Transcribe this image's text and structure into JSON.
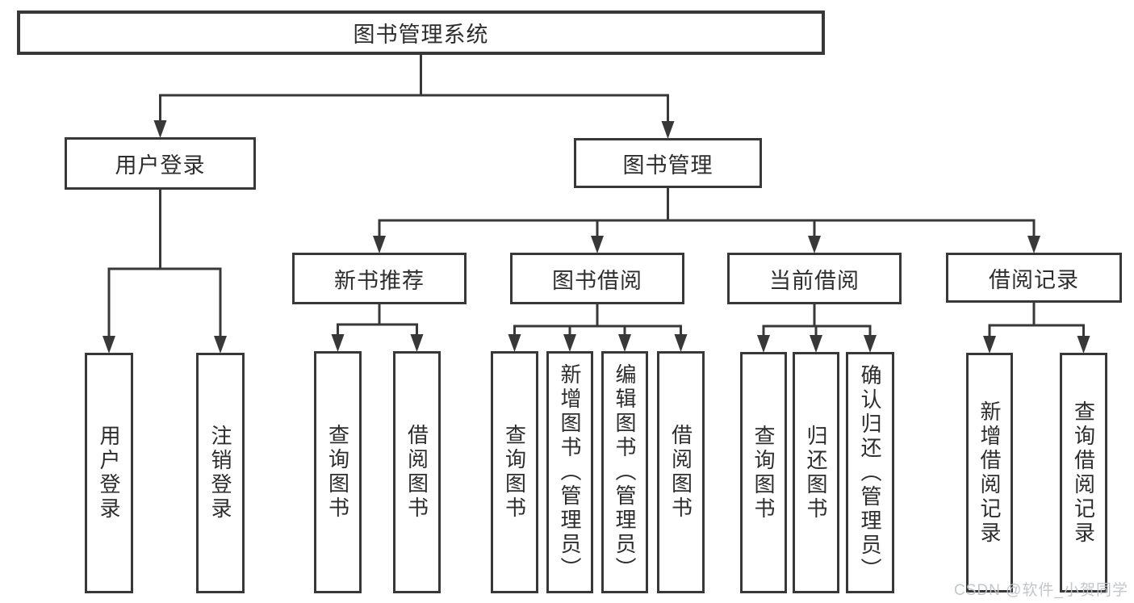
{
  "title": "图书管理系统",
  "watermark": "CSDN @软件_小贺同学",
  "colors": {
    "line": "#383838",
    "box_border": "#383838",
    "text": "#2d2d2d",
    "watermark": "#c0c3c8",
    "background": "#ffffff"
  },
  "diagram": {
    "nodes": [
      {
        "id": "root",
        "label": "图书管理系统",
        "level": 0
      },
      {
        "id": "user-login",
        "label": "用户登录",
        "level": 1
      },
      {
        "id": "book-mgmt",
        "label": "图书管理",
        "level": 1
      },
      {
        "id": "new-book",
        "label": "新书推荐",
        "level": 2
      },
      {
        "id": "book-borrow",
        "label": "图书借阅",
        "level": 2
      },
      {
        "id": "current-borrow",
        "label": "当前借阅",
        "level": 2
      },
      {
        "id": "borrow-record",
        "label": "借阅记录",
        "level": 2
      },
      {
        "id": "leaf-user-login",
        "label": "用户登录",
        "level": 3
      },
      {
        "id": "leaf-logout",
        "label": "注销登录",
        "level": 3
      },
      {
        "id": "leaf-nb-query",
        "label": "查询图书",
        "level": 3
      },
      {
        "id": "leaf-nb-borrow",
        "label": "借阅图书",
        "level": 3
      },
      {
        "id": "leaf-bb-query",
        "label": "查询图书",
        "level": 3
      },
      {
        "id": "leaf-bb-add",
        "label": "新增图书（管理员）",
        "level": 3
      },
      {
        "id": "leaf-bb-edit",
        "label": "编辑图书（管理员）",
        "level": 3
      },
      {
        "id": "leaf-bb-borrow",
        "label": "借阅图书",
        "level": 3
      },
      {
        "id": "leaf-cb-query",
        "label": "查询图书",
        "level": 3
      },
      {
        "id": "leaf-cb-return",
        "label": "归还图书",
        "level": 3
      },
      {
        "id": "leaf-cb-confirm",
        "label": "确认归还（管理员）",
        "level": 3
      },
      {
        "id": "leaf-br-add",
        "label": "新增借阅记录",
        "level": 3
      },
      {
        "id": "leaf-br-query",
        "label": "查询借阅记录",
        "level": 3
      }
    ],
    "edges": [
      {
        "from": "root",
        "to": [
          "user-login",
          "book-mgmt"
        ]
      },
      {
        "from": "user-login",
        "to": [
          "leaf-user-login",
          "leaf-logout"
        ]
      },
      {
        "from": "book-mgmt",
        "to": [
          "new-book",
          "book-borrow",
          "current-borrow",
          "borrow-record"
        ]
      },
      {
        "from": "new-book",
        "to": [
          "leaf-nb-query",
          "leaf-nb-borrow"
        ]
      },
      {
        "from": "book-borrow",
        "to": [
          "leaf-bb-query",
          "leaf-bb-add",
          "leaf-bb-edit",
          "leaf-bb-borrow"
        ]
      },
      {
        "from": "current-borrow",
        "to": [
          "leaf-cb-query",
          "leaf-cb-return",
          "leaf-cb-confirm"
        ]
      },
      {
        "from": "borrow-record",
        "to": [
          "leaf-br-add",
          "leaf-br-query"
        ]
      }
    ]
  }
}
